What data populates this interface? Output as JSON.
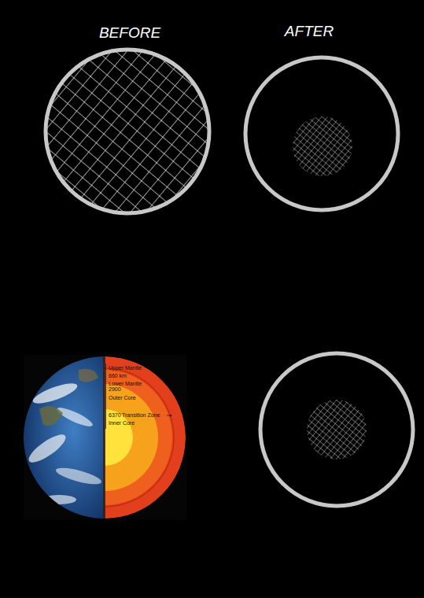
{
  "diagram": {
    "labels": [
      "BEFORE",
      "AFTER",
      "Upper Mantle",
      "660 km",
      "Lower Mantle",
      "2900",
      "Transition Zone",
      "Outer Core",
      "6370",
      "Inner Core"
    ]
  }
}
